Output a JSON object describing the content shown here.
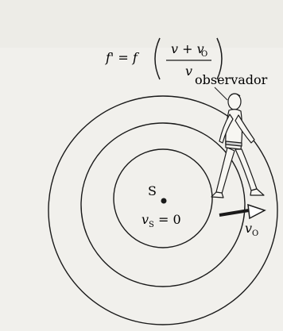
{
  "formula": {
    "lhs": "f' = f",
    "numerator": "v + v",
    "numerator_sub": "O",
    "denominator": "v"
  },
  "observer_label": "observador",
  "source": {
    "label": "S",
    "velocity_symbol": "v",
    "velocity_sub": "S",
    "velocity_value": "= 0"
  },
  "observer_velocity": {
    "symbol": "v",
    "sub": "O"
  },
  "colors": {
    "ink": "#1a1a1a",
    "paper": "#f1f0ec",
    "arrow_fill": "#ffffff"
  },
  "icons": [
    "walking-person-figure",
    "right-arrow-icon"
  ]
}
